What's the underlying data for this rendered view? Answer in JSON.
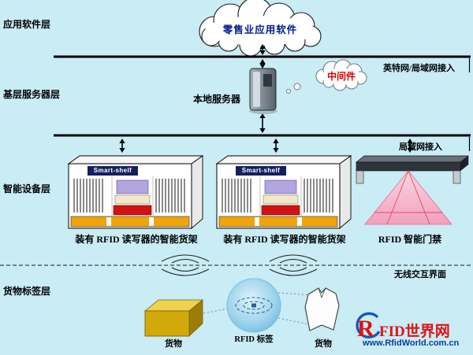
{
  "layers": {
    "application": "应用软件层",
    "server": "基层服务器层",
    "device": "智能设备层",
    "goods_tag": "货物标签层"
  },
  "application_layer": {
    "cloud_label": "零售业应用软件"
  },
  "network": {
    "internet_access": "英特网/局域网接入",
    "lan_access": "局域网接入",
    "wireless_interface": "无线交互界面"
  },
  "server_layer": {
    "local_server_label": "本地服务器",
    "middleware_label": "中间件"
  },
  "device_layer": {
    "shelf_title": "Smart-shelf",
    "shelf_caption": "装有 RFID 读写器的智能货架",
    "gate_caption": "RFID 智能门禁"
  },
  "tag_layer": {
    "goods_box_caption": "货物",
    "tag_caption": "RFID 标签",
    "goods_clothes_caption": "货物"
  },
  "logo": {
    "initial": "R",
    "brand_rest": "FID世界网",
    "url": "www.RfidWorld.com.cn"
  },
  "colors": {
    "background": "#c9ecf5",
    "cloud_text": "#001a8c",
    "middleware_text": "#d80000",
    "shelf_header_bg": "#13205e",
    "shelf_bin_orange": "#f0a40c",
    "gate_beam_pink": "#f2a0bc",
    "logo_red": "#e31212",
    "logo_blue": "#0a3c9c"
  }
}
